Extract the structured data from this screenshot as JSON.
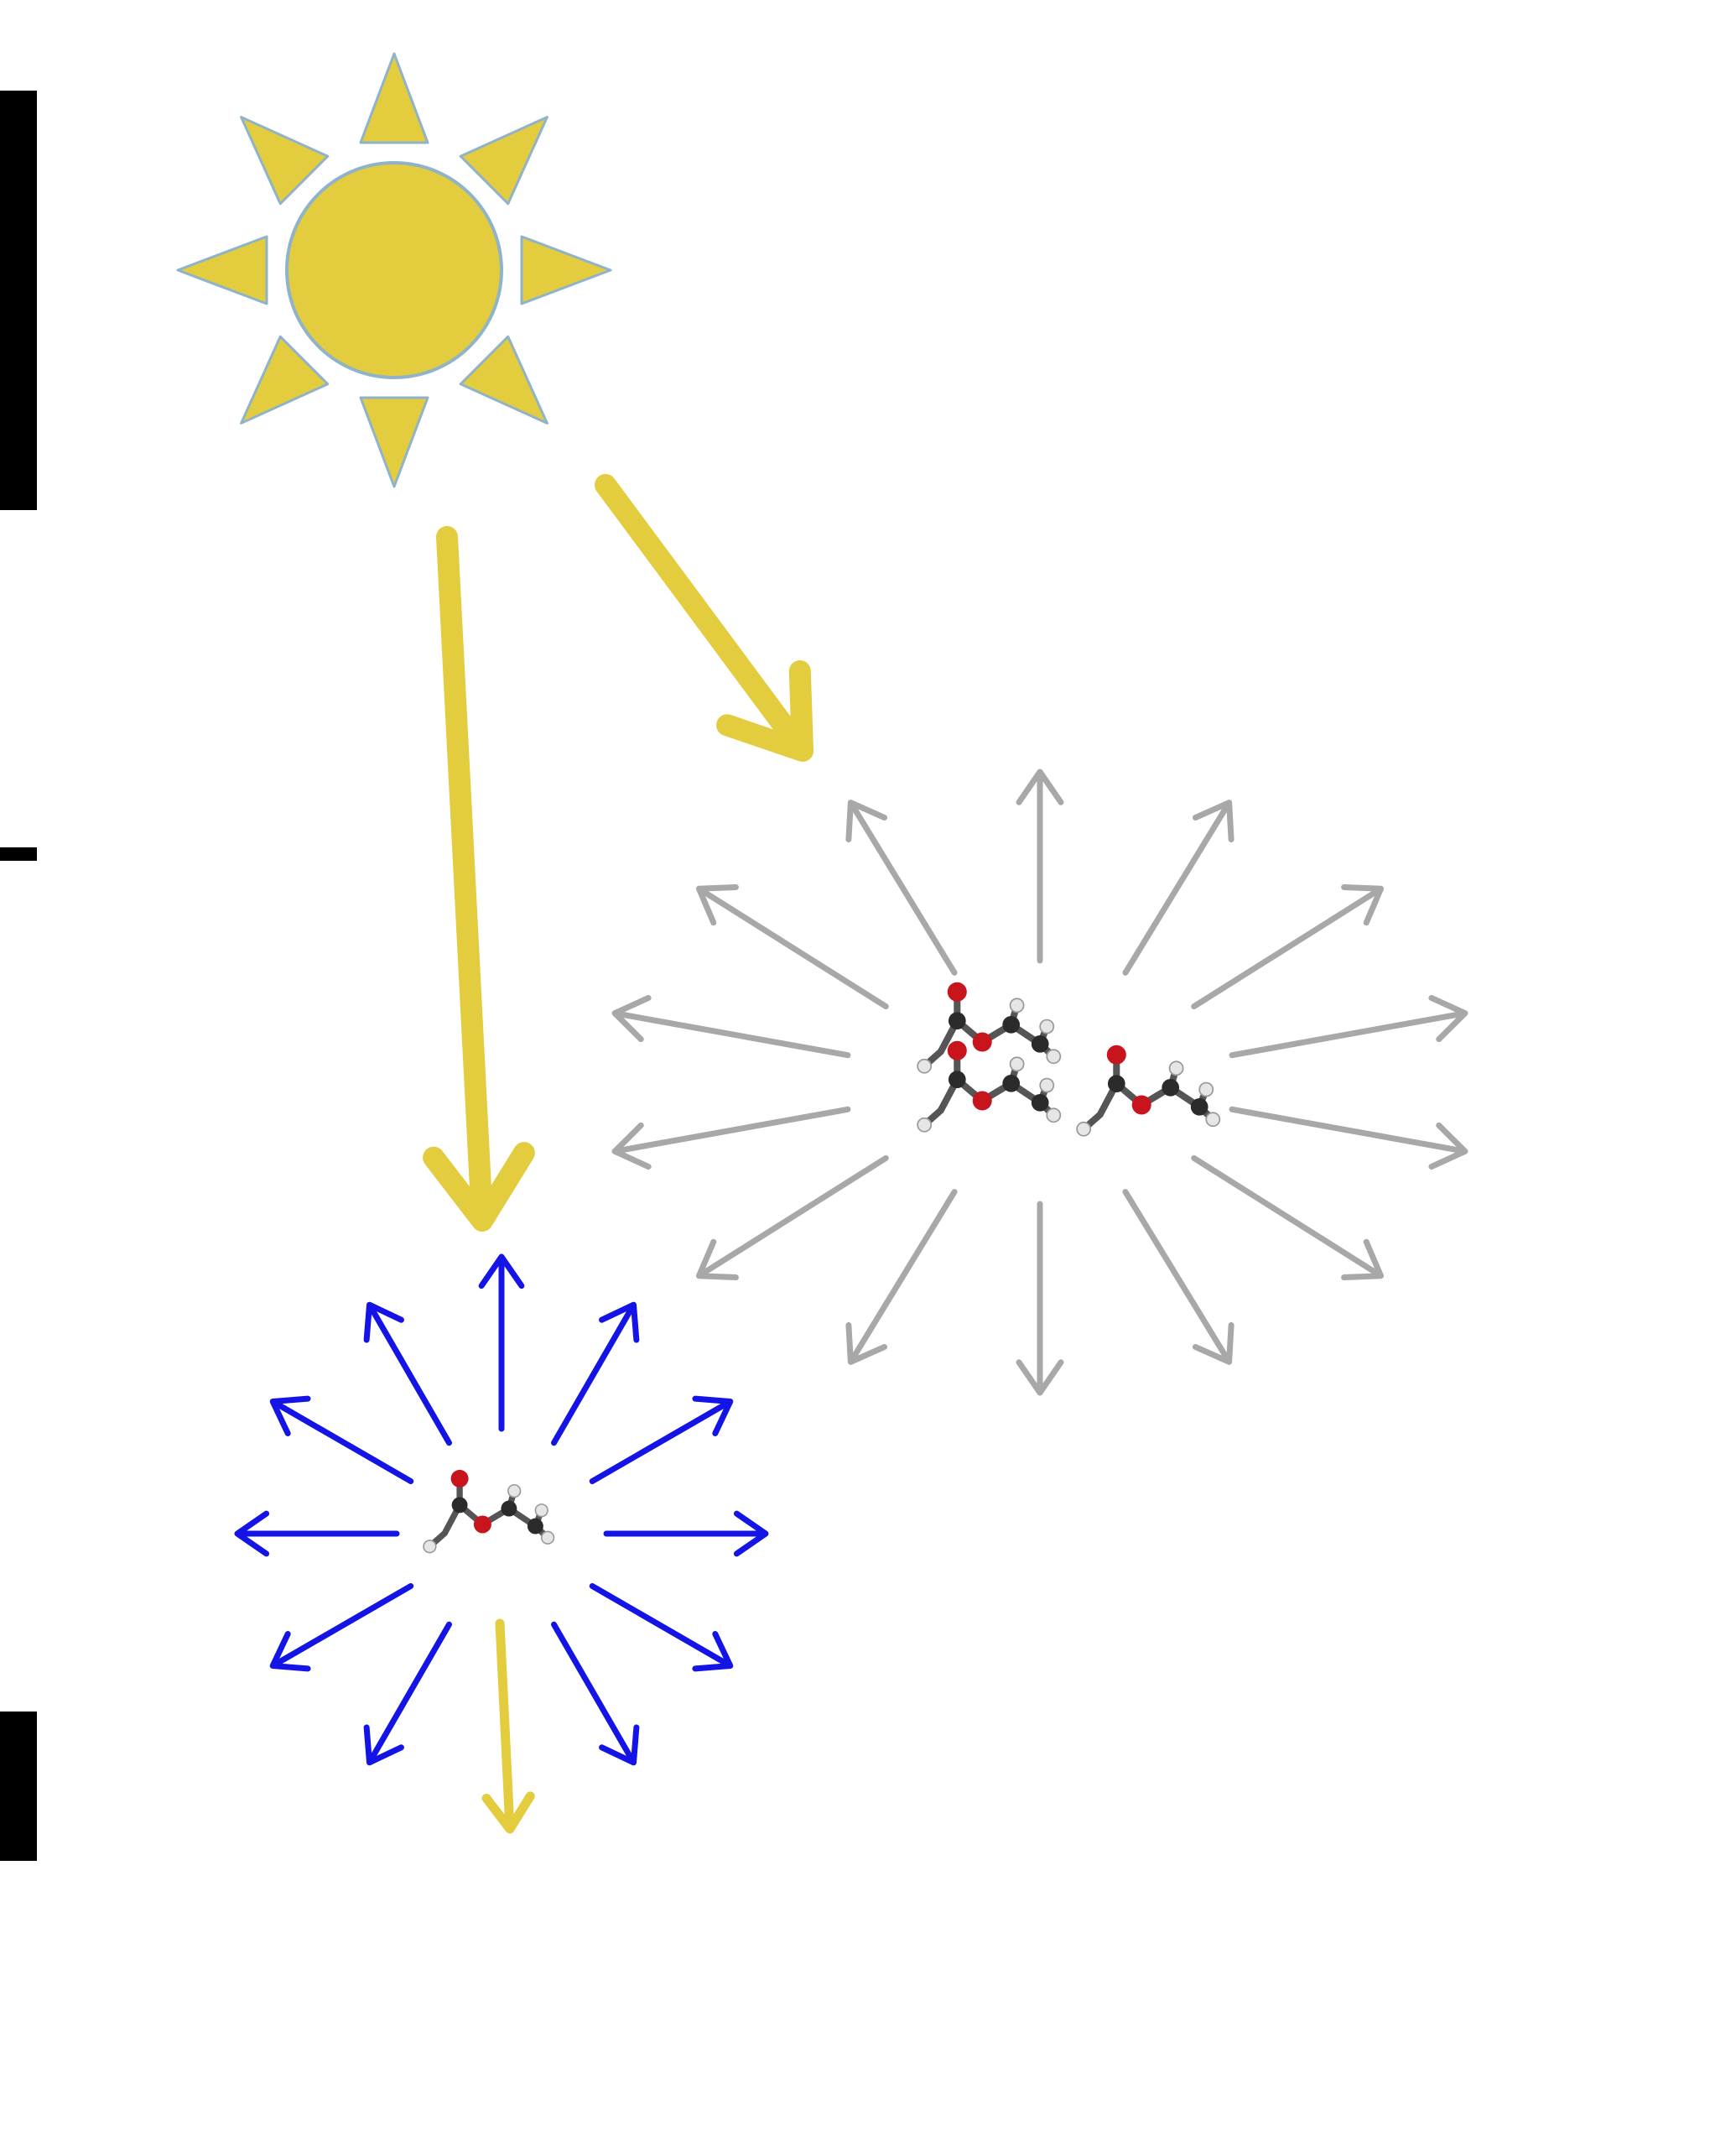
{
  "colors": {
    "background": "#ffffff",
    "sun_fill": "#e3cc3e",
    "sun_outline": "#8fb3c9",
    "incident_light": "#e3cc3e",
    "blue_emission": "#1414e6",
    "gray_emission": "#a8a8a8",
    "atom_carbon": "#2b2b2b",
    "atom_oxygen": "#c8141c",
    "atom_hydrogen": "#e6e6e6",
    "edge_bars": "#000000"
  },
  "diagram": {
    "sun": {
      "icon": "sun-icon",
      "rays": 8
    },
    "incident_beams": [
      {
        "id": "beam-to-single-molecule",
        "target": "single-molecule-cluster",
        "icon": "arrow-down-icon"
      },
      {
        "id": "beam-to-molecule-aggregate",
        "target": "molecule-aggregate-cluster",
        "icon": "arrow-diagonal-icon"
      }
    ],
    "single_molecule_cluster": {
      "molecule_count": 1,
      "emission_arrows": 12,
      "emission_color": "blue",
      "transmitted_arrow": true,
      "icon": "ester-molecule-icon"
    },
    "molecule_aggregate_cluster": {
      "molecule_count": 3,
      "emission_arrows": 14,
      "emission_color": "gray",
      "icon": "ester-molecule-icon"
    }
  }
}
